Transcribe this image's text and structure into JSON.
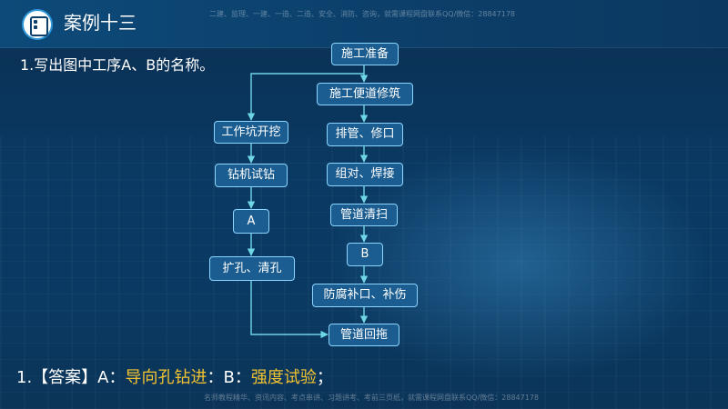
{
  "header": {
    "title": "案例十三",
    "watermark": "二建、监理、一建、一造、二造、安全、消防、咨询，就需课程网盘联系QQ/微信：28847178"
  },
  "question": "1.写出图中工序A、B的名称。",
  "flow": {
    "right": [
      "施工准备",
      "施工便道修筑",
      "排管、修口",
      "组对、焊接",
      "管道清扫",
      "B",
      "防腐补口、补伤",
      "管道回拖"
    ],
    "left": [
      "工作坑开挖",
      "钻机试钻",
      "A",
      "扩孔、清孔"
    ]
  },
  "answer": {
    "prefix": "1.【答案】A：",
    "a": "导向孔钻进",
    "mid": "：B：",
    "b": "强度试验",
    "suffix": "；"
  },
  "footer_watermark": "名师教程精华、资讯内容、考点串讲、习题讲考、考前三页纸，就需课程网盘联系QQ/微信：28847178",
  "colors": {
    "node_fill": "#1b5d90",
    "node_border": "#8bd5ff",
    "connector": "#6fd6e6",
    "answer_highlight": "#f4c430"
  }
}
